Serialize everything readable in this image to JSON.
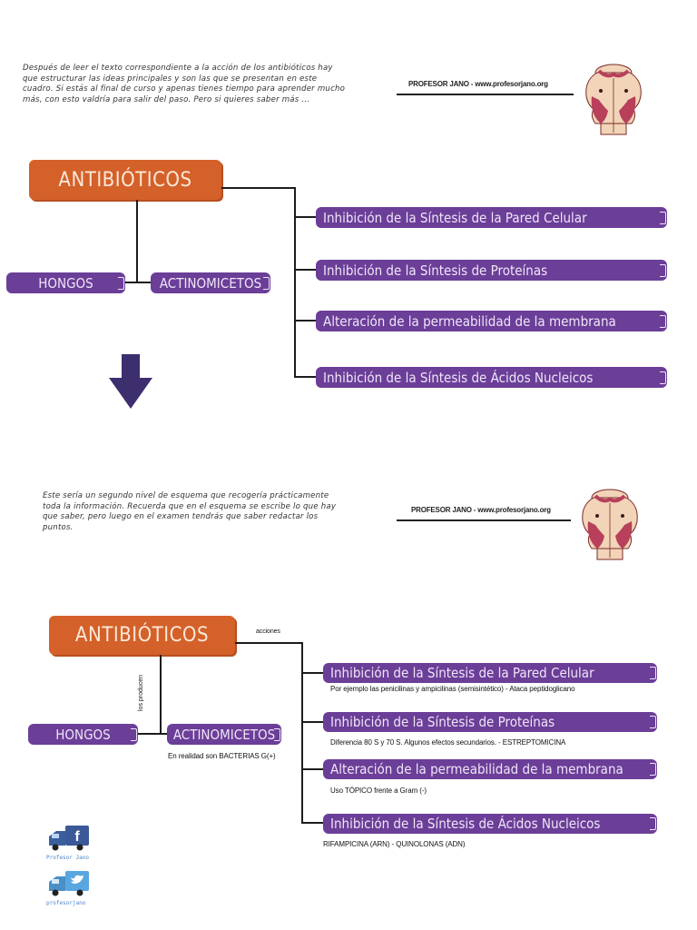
{
  "section1": {
    "intro": "Después de leer el texto correspondiente a la acción de los antibióticos hay que estructurar las ideas principales y son las que se presentan en este cuadro. Si estás al final de curso y apenas tienes tiempo para aprender mucho más, con esto valdría para salir del paso. Pero si quieres saber más ...",
    "credit": "PROFESOR JANO - www.profesorjano.org",
    "title": "ANTIBIÓTICOS",
    "left_nodes": [
      "HONGOS",
      "ACTINOMICETOS"
    ],
    "actions": [
      "Inhibición de la Síntesis de la Pared Celular",
      "Inhibición de la Síntesis de Proteínas",
      "Alteración de la permeabilidad de la membrana",
      "Inhibición de la Síntesis de Ácidos Nucleicos"
    ]
  },
  "section2": {
    "intro": "Este sería un segundo nivel de esquema que recogería prácticamente toda la información. Recuerda que en el esquema se escribe lo que hay que saber, pero luego en el examen tendrás que saber redactar los puntos.",
    "credit": "PROFESOR JANO - www.profesorjano.org",
    "title": "ANTIBIÓTICOS",
    "acciones_label": "acciones",
    "producen_label": "los producen",
    "left_nodes": [
      "HONGOS",
      "ACTINOMICETOS"
    ],
    "actinomicetos_note": "En realidad son BACTERIAS G(+)",
    "actions": [
      {
        "label": "Inhibición de la Síntesis de la Pared Celular",
        "note": "Por ejemplo las penicilinas y ampicilinas (semisintético) - Ataca peptidoglicano"
      },
      {
        "label": "Inhibición de la Síntesis de Proteínas",
        "note": "Diferencia 80 S y 70 S. Algunos efectos secundarios. - ESTREPTOMICINA"
      },
      {
        "label": "Alteración de la permeabilidad de la membrana",
        "note": "Uso TÓPICO frente a Gram (-)"
      },
      {
        "label": "Inhibición de la Síntesis de Ácidos Nucleicos",
        "note": "RIFAMPICINA (ARN) - QUINOLONAS (ADN)"
      }
    ]
  },
  "social": {
    "facebook_label": "Profesor Jano",
    "twitter_label": "profesorjano"
  },
  "colors": {
    "orange": "#d4612a",
    "purple": "#6b3e98",
    "arrow": "#3d2e6e"
  }
}
